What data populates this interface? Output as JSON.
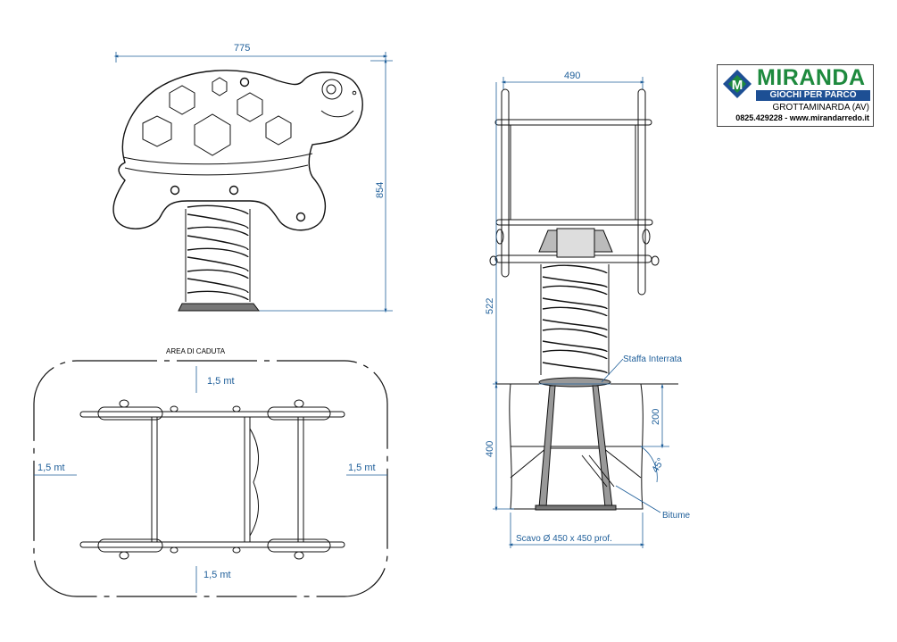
{
  "dimensions": {
    "front_width": "775",
    "front_height": "854",
    "side_width": "490",
    "spring_height": "522",
    "excavation_depth": "400",
    "plate_depth": "200",
    "angle": "45°"
  },
  "labels": {
    "fall_area": "AREA DI CADUTA",
    "margin_top": "1,5 mt",
    "margin_bottom": "1,5 mt",
    "margin_left": "1,5 mt",
    "margin_right": "1,5 mt",
    "buried_plate": "Staffa Interrata",
    "bitumen": "Bitume",
    "excavation": "Scavo Ø 450 x 450 prof."
  },
  "logo": {
    "brand": "MIRANDA",
    "tagline": "GIOCHI PER PARCO",
    "city": "GROTTAMINARDA (AV)",
    "contact": "0825.429228 - www.mirandarredo.it",
    "colors": {
      "brand": "#1e8a3e",
      "tagline_bg": "#1d4f94"
    }
  },
  "colors": {
    "dimension": "#1f5f9a",
    "outline": "#111111"
  }
}
